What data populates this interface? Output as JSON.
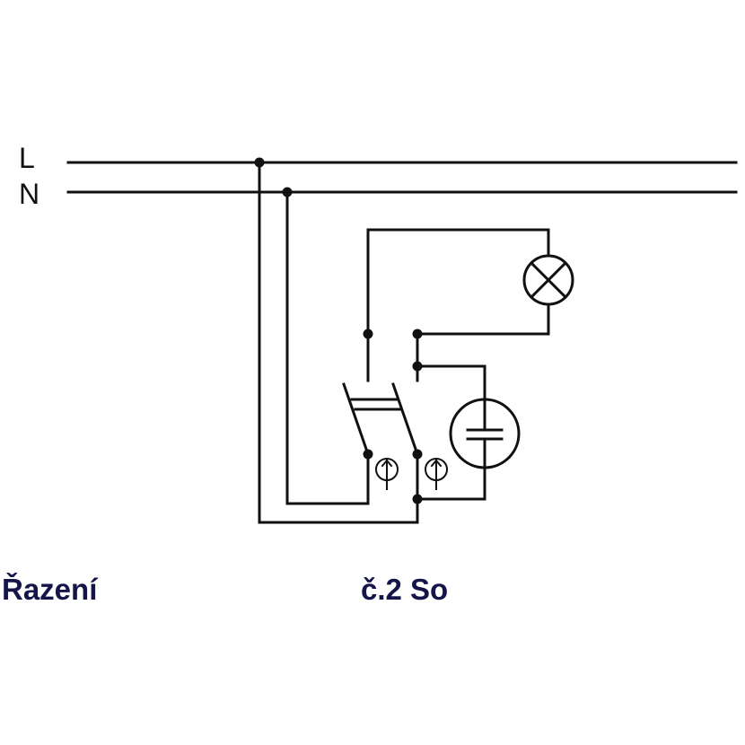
{
  "labels": {
    "line": "L",
    "neutral": "N"
  },
  "caption": {
    "left": "Řazení",
    "right": "č.2 So"
  },
  "colors": {
    "wire": "#111111",
    "caption": "#15154a",
    "background": "#ffffff"
  },
  "icons": {
    "lamp": "lamp-cross-circle-icon",
    "indicator": "indicator-lamp-icon",
    "switch": "double-pole-switch-icon"
  }
}
